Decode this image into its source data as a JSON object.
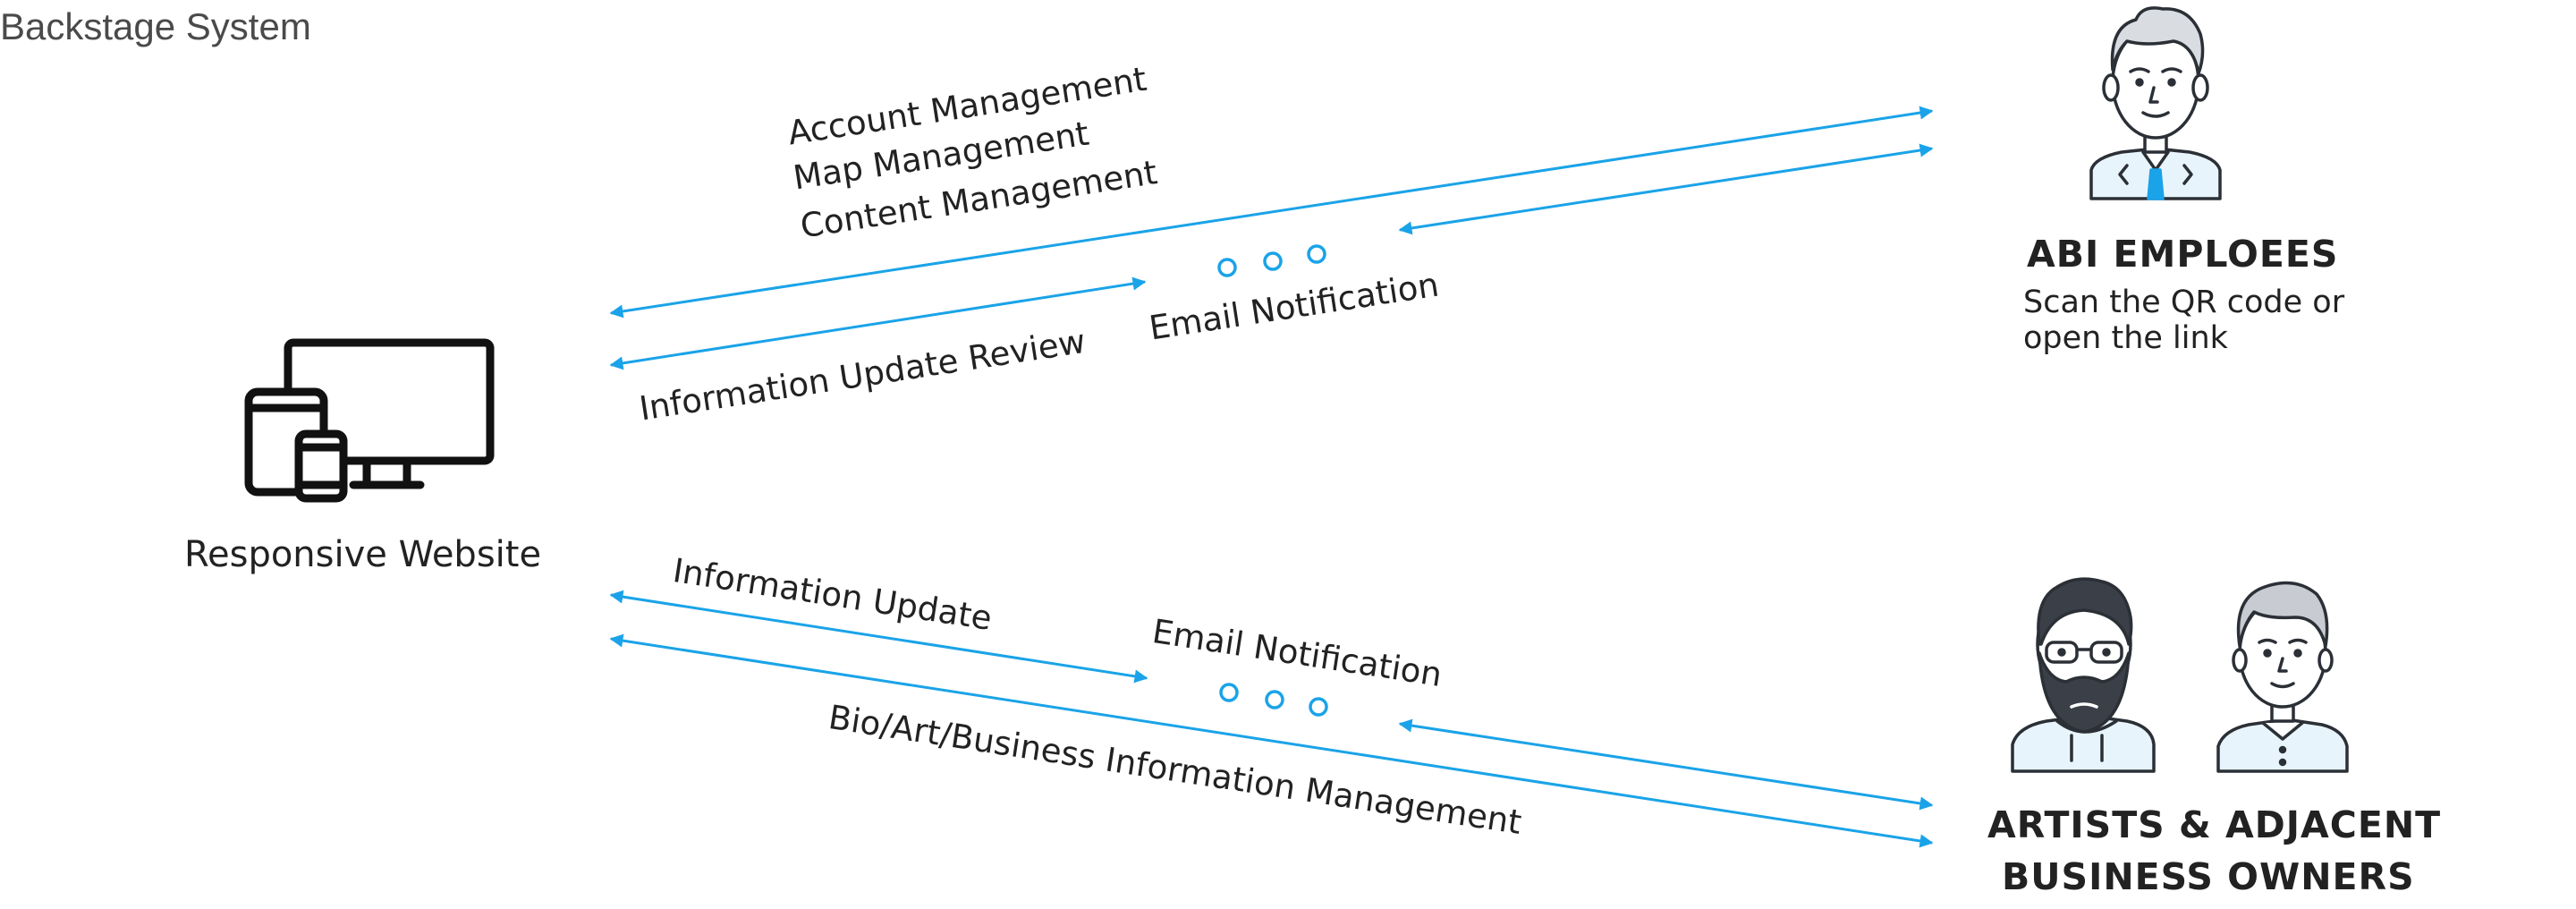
{
  "page": {
    "title": "Backstage System"
  },
  "devices": {
    "caption": "Responsive Website",
    "icon": "devices-icon"
  },
  "employees": {
    "name": "ABI EMPLOEES",
    "desc_line1": "Scan the QR code or",
    "desc_line2": "open the link",
    "icon": "employee-avatar-icon"
  },
  "artists": {
    "name_line1": "ARTISTS & ADJACENT",
    "name_line2": "BUSINESS OWNERS",
    "icon": "artist-avatars-icon"
  },
  "flows_top": {
    "label_account": "Account Management",
    "label_map": "Map Management",
    "label_content": "Content Management",
    "label_email": "Email Notification",
    "label_review": "Information Update Review"
  },
  "flows_bottom": {
    "label_update": "Information Update",
    "label_email": "Email Notification",
    "label_bio": "Bio/Art/Business Information Management"
  },
  "colors": {
    "arrow": "#1aa3e8",
    "text": "#222222",
    "avatar_fill": "#e8f4fb",
    "outline": "#2b2f36"
  }
}
